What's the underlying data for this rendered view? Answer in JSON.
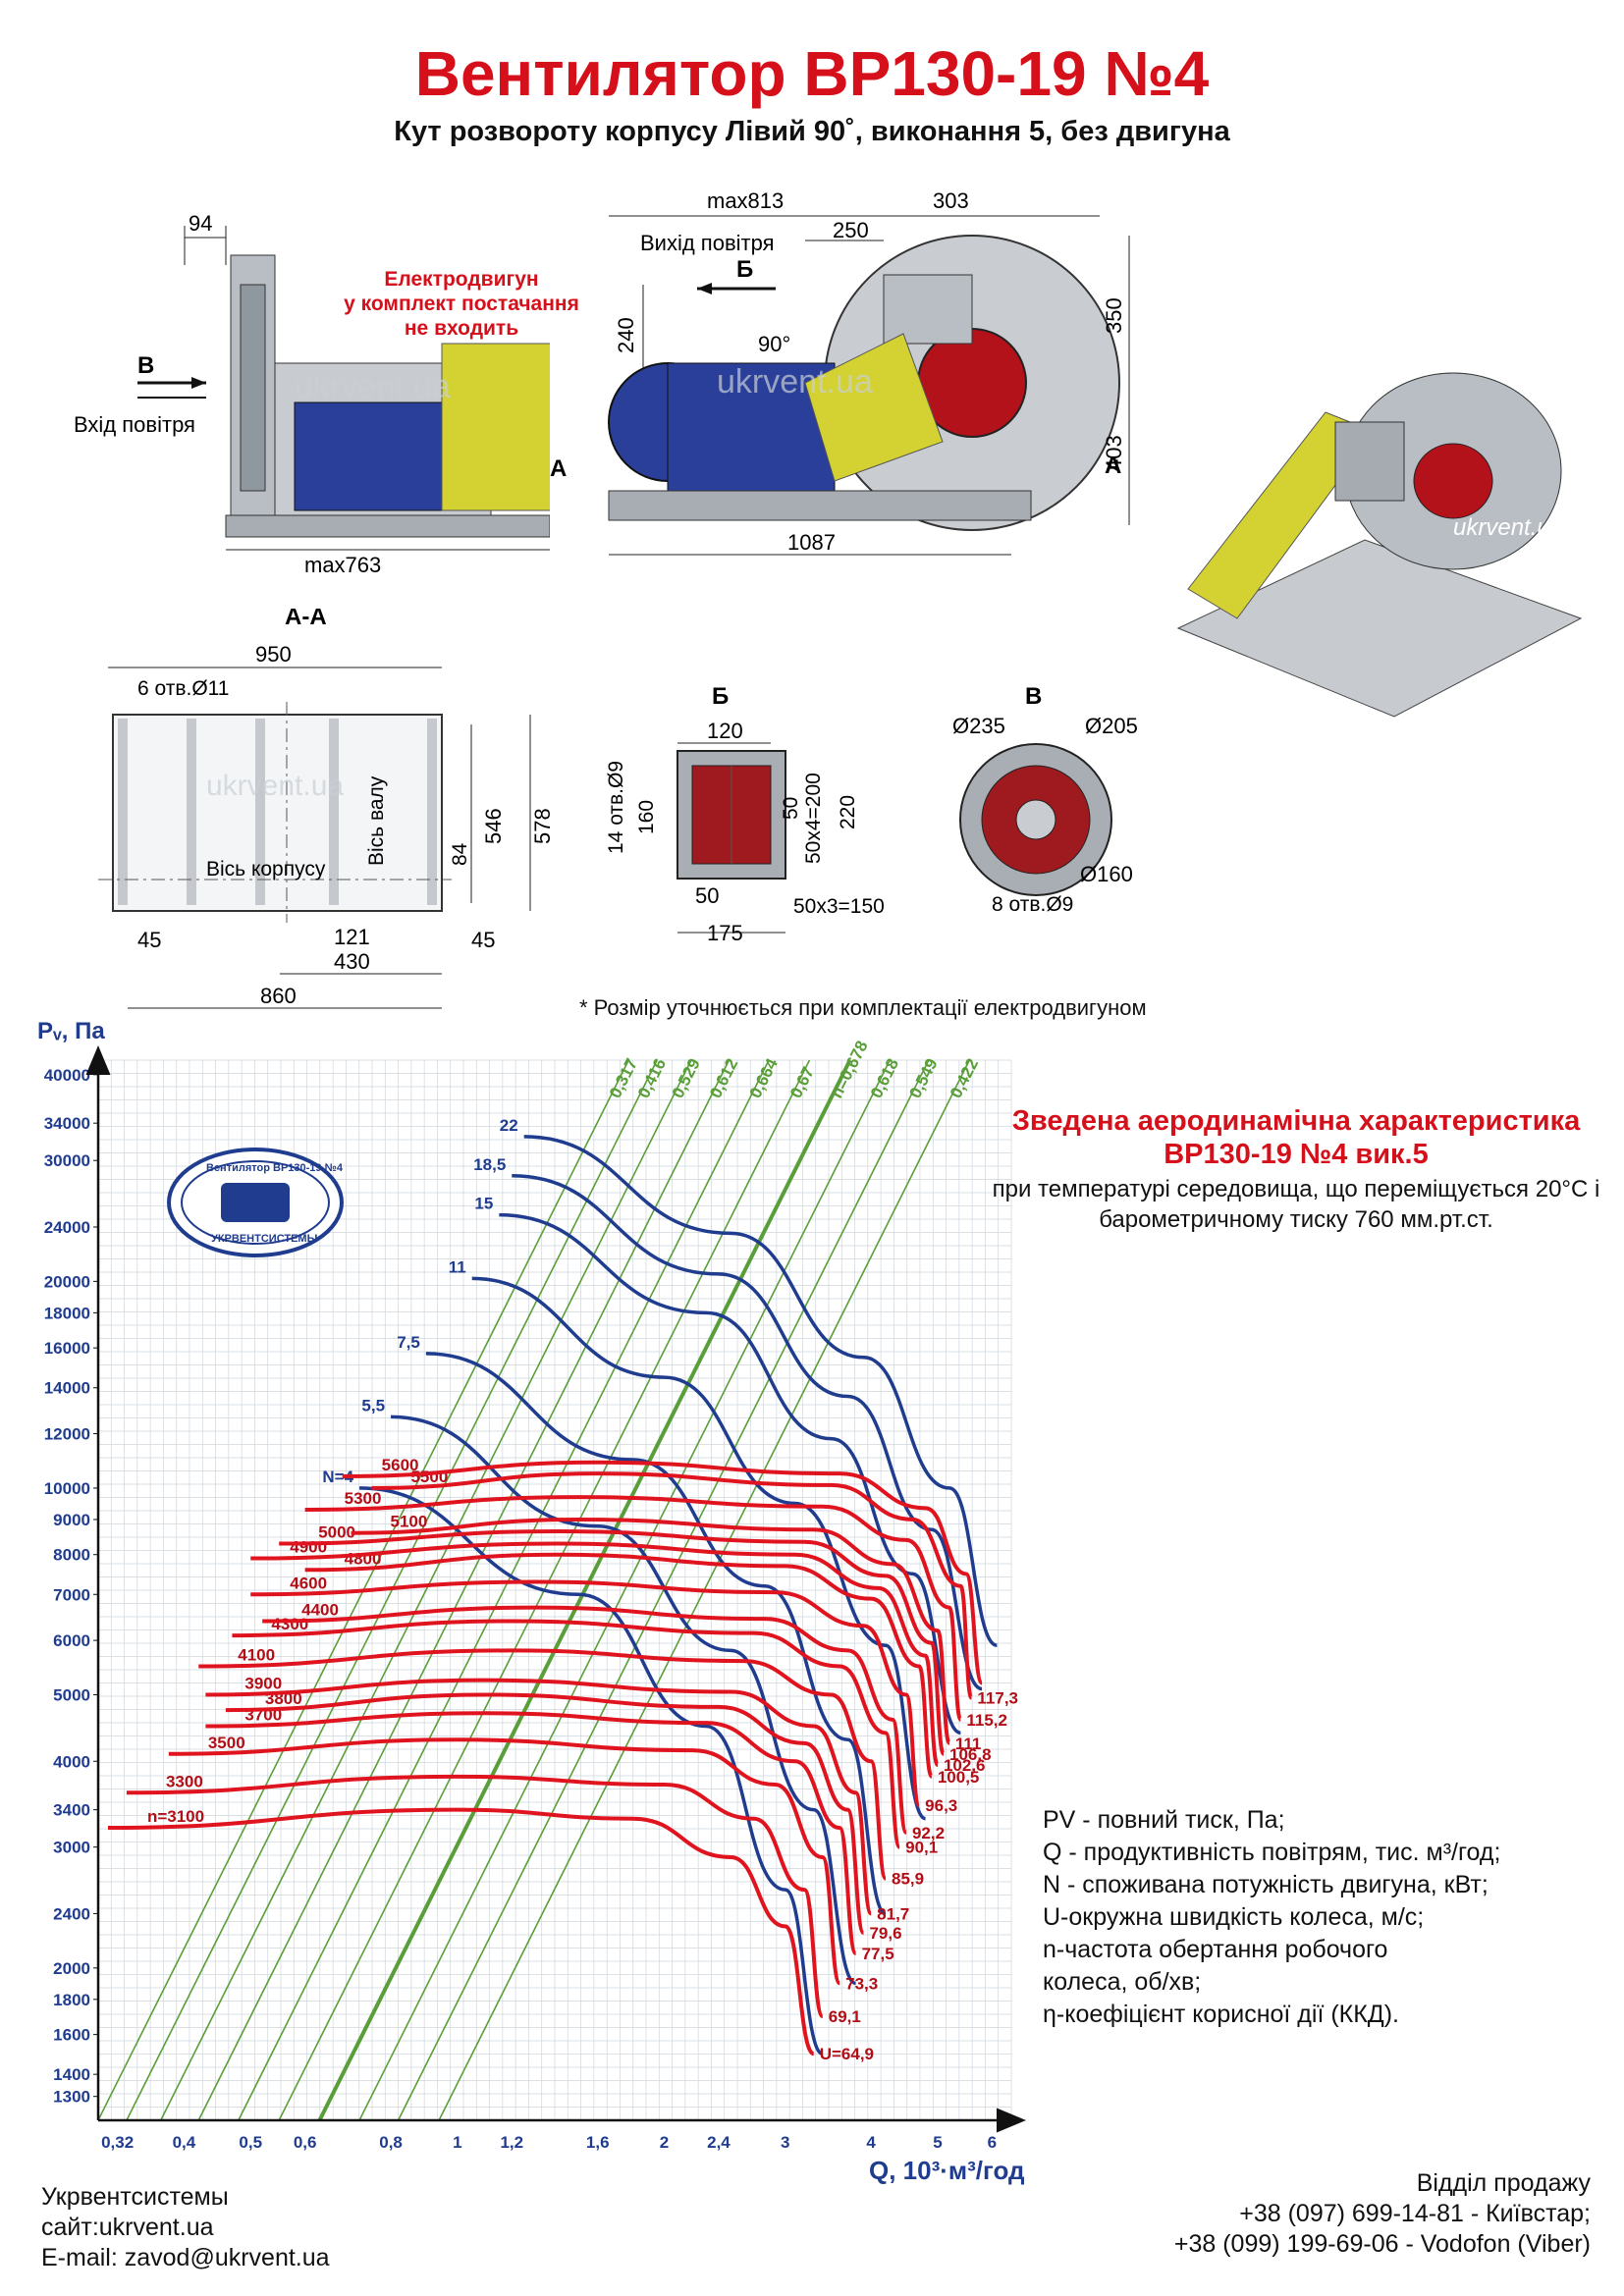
{
  "header": {
    "title": "Вентилятор ВР130-19 №4",
    "subtitle": "Кут розвороту корпусу Лівий 90˚, виконання 5, без двигуна"
  },
  "drawings": {
    "side": {
      "dim_94": "94",
      "arrow_v": "В",
      "inlet_label": "Вхід повітря",
      "dim_max763": "max763"
    },
    "motor_note": {
      "line1": "Електродвигун",
      "line2": "у комплект постачання",
      "line3": "не входить"
    },
    "front": {
      "dim_max813": "max813",
      "dim_303": "303",
      "outlet_label": "Вихід повітря",
      "dim_250": "250",
      "arrow_b": "Б",
      "dim_240": "240",
      "angle": "90°",
      "dim_350": "350",
      "dim_403": "403",
      "dim_1087": "1087",
      "section_a_left": "А",
      "section_a_right": "А"
    },
    "section_aa": {
      "title": "А-А",
      "dim_950": "950",
      "holes": "6 отв.Ø11",
      "dim_546": "546",
      "dim_578": "578",
      "shaft_axis": "Вісь валу",
      "housing_axis": "Вісь   корпусу",
      "dim_84": "84",
      "dim_45_left": "45",
      "dim_121": "121",
      "dim_45_right": "45",
      "dim_430": "430",
      "dim_860": "860"
    },
    "view_b": {
      "title": "Б",
      "dim_120": "120",
      "holes": "14 отв.Ø9",
      "dim_160": "160",
      "dim_50_right": "50",
      "dim_50x4": "50х4=200",
      "dim_220": "220",
      "dim_50_bottom": "50",
      "dim_50x3": "50х3=150",
      "dim_175": "175"
    },
    "view_v": {
      "title": "В",
      "d235": "Ø235",
      "d205": "Ø205",
      "d160": "Ø160",
      "holes": "8 отв.Ø9"
    },
    "watermark": "ukrvent.ua",
    "note": "* Розмір уточнюється при комплектації електродвигуном"
  },
  "chart_data": {
    "type": "line",
    "title": "Зведена аеродинамічна характеристика ВР130-19 №4 вик.5",
    "subtitle": "при температурі середовища, що переміщується 20°С і барометричному тиску 760 мм.рт.ст.",
    "xlabel": "Q, 10³·м³/год",
    "ylabel": "Pᵥ, Па",
    "x_scale": "log",
    "y_scale": "log",
    "xlim": [
      0.3,
      6.4
    ],
    "ylim": [
      1200,
      42000
    ],
    "x_ticks": [
      "0,32",
      "0,4",
      "0,5",
      "0,6",
      "0,8",
      "1",
      "1,2",
      "1,6",
      "2",
      "2,4",
      "3",
      "4",
      "5",
      "6"
    ],
    "y_ticks": [
      "1300",
      "1400",
      "1600",
      "1800",
      "2000",
      "2400",
      "3000",
      "3400",
      "4000",
      "5000",
      "6000",
      "7000",
      "8000",
      "9000",
      "10000",
      "12000",
      "14000",
      "16000",
      "18000",
      "20000",
      "24000",
      "30000",
      "34000",
      "40000"
    ],
    "speed_curves": [
      {
        "n": "n=3100",
        "u": "U=64,9",
        "values": [
          [
            0.31,
            3200
          ],
          [
            1.0,
            3400
          ],
          [
            1.8,
            3300
          ],
          [
            2.5,
            2900
          ],
          [
            3.0,
            2300
          ],
          [
            3.3,
            1500
          ]
        ]
      },
      {
        "n": "3300",
        "u": "69,1",
        "values": [
          [
            0.33,
            3600
          ],
          [
            1.0,
            3800
          ],
          [
            2.0,
            3700
          ],
          [
            2.7,
            3300
          ],
          [
            3.2,
            2600
          ],
          [
            3.4,
            1700
          ]
        ]
      },
      {
        "n": "3500",
        "u": "73,3",
        "values": [
          [
            0.38,
            4100
          ],
          [
            1.0,
            4300
          ],
          [
            2.2,
            4150
          ],
          [
            2.9,
            3700
          ],
          [
            3.4,
            2900
          ],
          [
            3.6,
            1900
          ]
        ]
      },
      {
        "n": "3700",
        "u": "77,5",
        "values": [
          [
            0.43,
            4500
          ],
          [
            1.1,
            4700
          ],
          [
            2.3,
            4550
          ],
          [
            3.1,
            4000
          ],
          [
            3.6,
            3200
          ],
          [
            3.8,
            2100
          ]
        ]
      },
      {
        "n": "3800",
        "u": "79,6",
        "values": [
          [
            0.46,
            4750
          ],
          [
            1.1,
            5000
          ],
          [
            2.4,
            4800
          ],
          [
            3.2,
            4250
          ],
          [
            3.7,
            3400
          ],
          [
            3.9,
            2250
          ]
        ]
      },
      {
        "n": "3900",
        "u": "81,7",
        "values": [
          [
            0.43,
            5000
          ],
          [
            1.1,
            5250
          ],
          [
            2.5,
            5050
          ],
          [
            3.3,
            4500
          ],
          [
            3.8,
            3600
          ],
          [
            4.0,
            2400
          ]
        ]
      },
      {
        "n": "4100",
        "u": "85,9",
        "values": [
          [
            0.42,
            5500
          ],
          [
            1.2,
            5800
          ],
          [
            2.6,
            5600
          ],
          [
            3.5,
            5000
          ],
          [
            4.0,
            4000
          ],
          [
            4.2,
            2700
          ]
        ]
      },
      {
        "n": "4300",
        "u": "90,1",
        "values": [
          [
            0.47,
            6100
          ],
          [
            1.2,
            6400
          ],
          [
            2.7,
            6150
          ],
          [
            3.6,
            5500
          ],
          [
            4.2,
            4400
          ],
          [
            4.4,
            3000
          ]
        ]
      },
      {
        "n": "4400",
        "u": "92,2",
        "values": [
          [
            0.52,
            6400
          ],
          [
            1.3,
            6700
          ],
          [
            2.8,
            6450
          ],
          [
            3.7,
            5800
          ],
          [
            4.3,
            4600
          ],
          [
            4.5,
            3150
          ]
        ]
      },
      {
        "n": "4600",
        "u": "96,3",
        "values": [
          [
            0.5,
            7000
          ],
          [
            1.3,
            7300
          ],
          [
            2.9,
            7050
          ],
          [
            3.9,
            6300
          ],
          [
            4.5,
            5000
          ],
          [
            4.7,
            3450
          ]
        ]
      },
      {
        "n": "4800",
        "u": "100,5",
        "values": [
          [
            0.6,
            7600
          ],
          [
            1.4,
            8000
          ],
          [
            3.0,
            7700
          ],
          [
            4.0,
            6900
          ],
          [
            4.7,
            5500
          ],
          [
            4.9,
            3800
          ]
        ]
      },
      {
        "n": "4900",
        "u": "102,6",
        "values": [
          [
            0.5,
            7900
          ],
          [
            1.4,
            8300
          ],
          [
            3.1,
            8000
          ],
          [
            4.1,
            7150
          ],
          [
            4.8,
            5700
          ],
          [
            5.0,
            3950
          ]
        ]
      },
      {
        "n": "5000",
        "u": "106,8",
        "values": [
          [
            0.55,
            8300
          ],
          [
            1.4,
            8650
          ],
          [
            3.2,
            8350
          ],
          [
            4.2,
            7450
          ],
          [
            4.9,
            5950
          ],
          [
            5.1,
            4100
          ]
        ]
      },
      {
        "n": "5100",
        "u": "111",
        "values": [
          [
            0.7,
            8600
          ],
          [
            1.5,
            9000
          ],
          [
            3.3,
            8700
          ],
          [
            4.3,
            7750
          ],
          [
            5.0,
            6200
          ],
          [
            5.2,
            4250
          ]
        ]
      },
      {
        "n": "5300",
        "u": "115,2",
        "values": [
          [
            0.6,
            9300
          ],
          [
            1.5,
            9700
          ],
          [
            3.4,
            9400
          ],
          [
            4.5,
            8400
          ],
          [
            5.2,
            6700
          ],
          [
            5.4,
            4600
          ]
        ]
      },
      {
        "n": "5500",
        "u": "117,3",
        "values": [
          [
            0.75,
            10000
          ],
          [
            1.6,
            10500
          ],
          [
            3.5,
            10100
          ],
          [
            4.6,
            9000
          ],
          [
            5.4,
            7200
          ],
          [
            5.6,
            4950
          ]
        ]
      },
      {
        "n": "5600",
        "u": "",
        "values": [
          [
            0.68,
            10400
          ],
          [
            1.6,
            10900
          ],
          [
            3.6,
            10500
          ],
          [
            4.8,
            9350
          ],
          [
            5.5,
            7500
          ],
          [
            5.8,
            5200
          ]
        ]
      }
    ],
    "power_curves": [
      {
        "N": "N=4",
        "values": [
          [
            0.72,
            10000
          ],
          [
            1.5,
            7000
          ],
          [
            2.3,
            4500
          ],
          [
            3.0,
            2600
          ],
          [
            3.4,
            1500
          ]
        ]
      },
      {
        "N": "5,5",
        "values": [
          [
            0.8,
            12700
          ],
          [
            1.6,
            8800
          ],
          [
            2.5,
            5800
          ],
          [
            3.3,
            3400
          ],
          [
            3.8,
            1900
          ]
        ]
      },
      {
        "N": "7,5",
        "values": [
          [
            0.9,
            15700
          ],
          [
            1.8,
            11000
          ],
          [
            2.8,
            7200
          ],
          [
            3.7,
            4300
          ],
          [
            4.2,
            2400
          ]
        ]
      },
      {
        "N": "11",
        "values": [
          [
            1.05,
            20200
          ],
          [
            2.0,
            14500
          ],
          [
            3.1,
            9500
          ],
          [
            4.2,
            5900
          ],
          [
            4.8,
            3300
          ]
        ]
      },
      {
        "N": "15",
        "values": [
          [
            1.15,
            25000
          ],
          [
            2.3,
            18000
          ],
          [
            3.5,
            11800
          ],
          [
            4.6,
            7500
          ],
          [
            5.4,
            4400
          ]
        ]
      },
      {
        "N": "18,5",
        "values": [
          [
            1.2,
            28500
          ],
          [
            2.4,
            20500
          ],
          [
            3.7,
            13600
          ],
          [
            4.9,
            8700
          ],
          [
            5.8,
            5100
          ]
        ]
      },
      {
        "N": "22",
        "values": [
          [
            1.25,
            32500
          ],
          [
            2.5,
            23500
          ],
          [
            3.9,
            15500
          ],
          [
            5.2,
            10000
          ],
          [
            6.1,
            5900
          ]
        ]
      }
    ],
    "efficiency_lines": [
      "0,317",
      "0,416",
      "0,529",
      "0,612",
      "0,664",
      "0,67",
      "n=0,678",
      "0,618",
      "0,549",
      "0,422"
    ]
  },
  "legend": {
    "pv": "PV - повний тиск, Па;",
    "q": "Q - продуктивність повітрям, тис. м³/год;",
    "n_power": "N - споживана потужність двигуна, кВт;",
    "u": "U-окружна швидкість колеса, м/с;",
    "n_speed1": "n-частота обертання робочого",
    "n_speed2": "колеса, об/хв;",
    "eta": "η-коефіцієнт корисної дії (ККД)."
  },
  "logo": {
    "top": "Вентилятор ВР130-19 №4",
    "bottom": "УКРВЕНТСИСТЕМЫ"
  },
  "footer": {
    "company": "Укрвентсистемы",
    "site": "сайт:ukrvent.ua",
    "email": "E-mail: zavod@ukrvent.ua",
    "sales_title": "Відділ продажу",
    "phone1": "+38 (097) 699-14-81 - Київстар;",
    "phone2": "+38 (099) 199-69-06 - Vodofon (Viber)"
  },
  "colors": {
    "accent_red": "#d6101b",
    "curve_red": "#e0141e",
    "curve_blue": "#1f3c8f",
    "eff_green": "#5a9e3a",
    "grid": "#cfd6dc"
  }
}
